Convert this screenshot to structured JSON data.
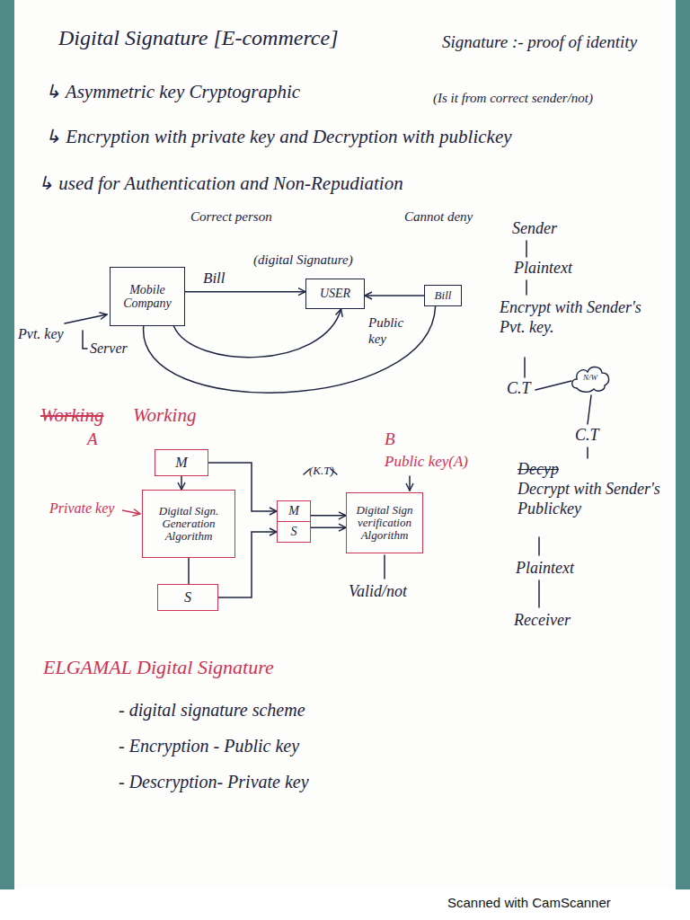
{
  "diagram": {
    "title": "Digital Signature [E-commerce]",
    "nodes": [
      {
        "text": [
          "Mobile Company"
        ]
      },
      {
        "text": [
          "USER"
        ]
      },
      {
        "text": [
          "Bill"
        ]
      },
      {
        "text": [
          "N/W"
        ]
      },
      {
        "text": [
          "M"
        ]
      },
      {
        "text": [
          "Digital Sign. Generation Algorithm"
        ]
      },
      {
        "text": [
          "S"
        ]
      },
      {
        "text": [
          "M"
        ]
      },
      {
        "text": [
          "S"
        ]
      },
      {
        "text": [
          "Digital Sign verification Algorithm"
        ]
      }
    ],
    "edges": [
      {
        "from": 0,
        "to": 1,
        "arrow": "to",
        "label": "Bill"
      },
      {
        "from": 0,
        "to": 1,
        "arrow": "to"
      },
      {
        "from": 0,
        "to": 2,
        "arrow": "none"
      },
      {
        "from": 2,
        "to": 1,
        "arrow": "to"
      },
      {
        "from": 4,
        "to": 5,
        "arrow": "to"
      },
      {
        "from": 5,
        "to": 6,
        "arrow": "none"
      },
      {
        "from": 4,
        "to": 7,
        "arrow": "to"
      },
      {
        "from": 6,
        "to": 8,
        "arrow": "to"
      },
      {
        "from": 7,
        "to": 9,
        "arrow": "to"
      },
      {
        "from": 8,
        "to": 9,
        "arrow": "to"
      }
    ],
    "labels": [
      "Signature :- proof of identity",
      "(Is it from correct sender/not)",
      "↳ Asymmetric key Cryptographic",
      "↳ Encryption with private key and Decryption with publickey",
      "↳ used for Authentication and Non-Repudiation",
      "Correct person",
      "Cannot deny",
      "Sender",
      "Plaintext",
      "Encrypt with Sender's Pvt. key.",
      "C.T",
      "C.T",
      "Decyp",
      "Decrypt with Sender's Publickey",
      "Plaintext",
      "Receiver",
      "Pvt. key",
      "Server",
      "(digital Signature)",
      "Public key",
      "Working",
      "Working",
      "A",
      "B",
      "Private key",
      "(K.T)",
      "Public key(A)",
      "Valid/not",
      "ELGAMAL Digital Signature",
      "- digital signature scheme",
      "- Encryption - Public key",
      "- Descryption- Private key",
      "Scanned with CamScanner"
    ]
  }
}
